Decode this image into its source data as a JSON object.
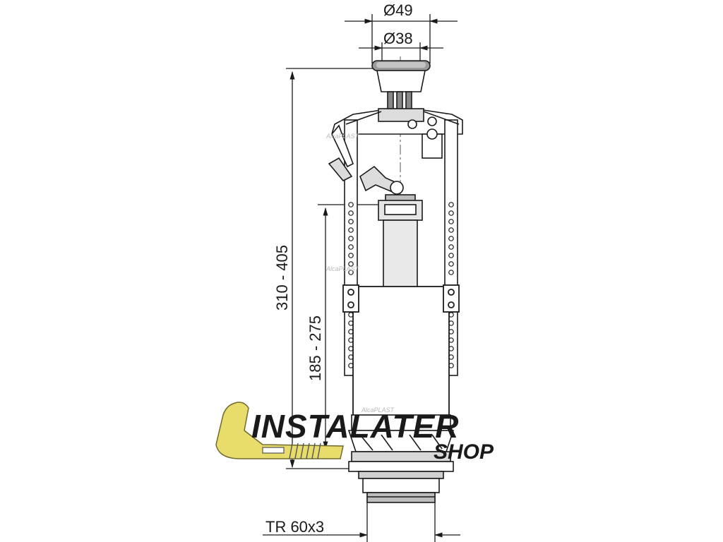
{
  "dimensions": {
    "top_outer": "Ø49",
    "top_inner": "Ø38",
    "overall_height": "310 - 405",
    "inner_height": "185 - 275",
    "thread": "TR 60x3"
  },
  "watermarks": {
    "brand_a": "AlcaPLAST",
    "brand_b": "AlcaPLAST",
    "brand_c": "AlcaPLAST"
  },
  "logo": {
    "main": "INSTALATER",
    "sub": "SHOP",
    "accent_color": "#e8dc6a"
  }
}
